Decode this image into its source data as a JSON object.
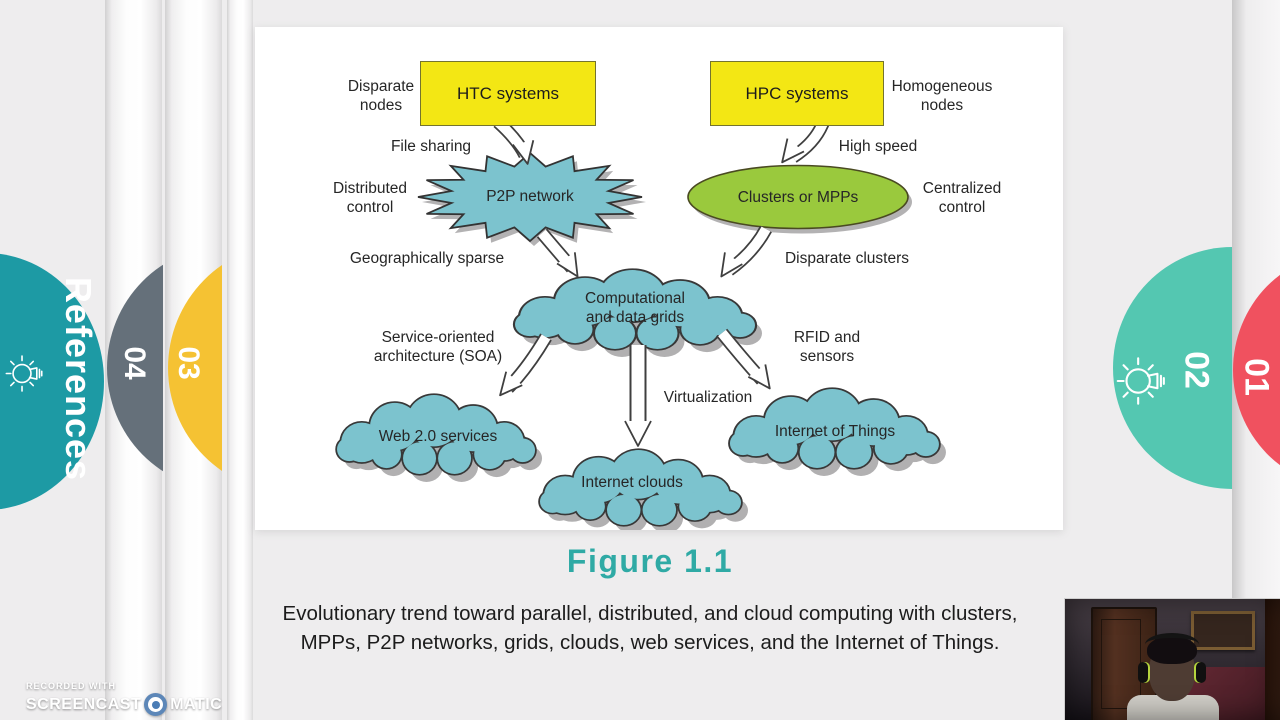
{
  "side_tabs": {
    "left": [
      {
        "label": "References",
        "color": "#1d9aa4",
        "icon": "lightbulb"
      },
      {
        "label": "04",
        "color": "#65707a"
      },
      {
        "label": "03",
        "color": "#f5c233"
      }
    ],
    "right": [
      {
        "label": "02",
        "color": "#54c7b1",
        "icon": "lightbulb"
      },
      {
        "label": "01",
        "color": "#f0515f"
      }
    ]
  },
  "slide": {
    "figure_label": "Figure 1.1",
    "caption": "Evolutionary trend toward parallel, distributed, and cloud computing with clusters, MPPs, P2P networks, grids, clouds, web services, and the Internet of Things.",
    "diagram": {
      "nodes": {
        "htc": "HTC systems",
        "hpc": "HPC systems",
        "p2p": "P2P network",
        "clusters": "Clusters or MPPs",
        "grids": "Computational and data grids",
        "web20": "Web 2.0 services",
        "internet_clouds": "Internet clouds",
        "iot": "Internet of Things"
      },
      "labels": {
        "disparate_nodes": "Disparate nodes",
        "homogeneous_nodes": "Homogeneous nodes",
        "file_sharing": "File sharing",
        "high_speed": "High speed",
        "distributed_control": "Distributed control",
        "centralized_control": "Centralized control",
        "geographically_sparse": "Geographically sparse",
        "disparate_clusters": "Disparate clusters",
        "soa": "Service-oriented architecture (SOA)",
        "rfid": "RFID and sensors",
        "virtualization": "Virtualization"
      },
      "edges": [
        {
          "from": "htc",
          "to": "p2p",
          "label": "File sharing"
        },
        {
          "from": "hpc",
          "to": "clusters",
          "label": "High speed"
        },
        {
          "from": "p2p",
          "to": "grids",
          "label": "Geographically sparse"
        },
        {
          "from": "clusters",
          "to": "grids",
          "label": "Disparate clusters"
        },
        {
          "from": "grids",
          "to": "web20",
          "label": "Service-oriented architecture (SOA)"
        },
        {
          "from": "grids",
          "to": "internet_clouds",
          "label": "Virtualization"
        },
        {
          "from": "grids",
          "to": "iot",
          "label": "RFID and sensors"
        }
      ]
    }
  },
  "watermark": {
    "line1": "RECORDED WITH",
    "brand_left": "SCREENCAST",
    "brand_right": "MATIC"
  },
  "colors": {
    "background": "#eeedee",
    "panel": "#ffffff",
    "node_yellow": "#f3e714",
    "node_blue": "#7cc3ce",
    "node_green": "#9ac93d",
    "figure_title": "#2faaa5",
    "tab_teal": "#1d9aa4",
    "tab_gray": "#65707a",
    "tab_yellow": "#f5c233",
    "tab_mint": "#54c7b1",
    "tab_red": "#f0515f"
  }
}
